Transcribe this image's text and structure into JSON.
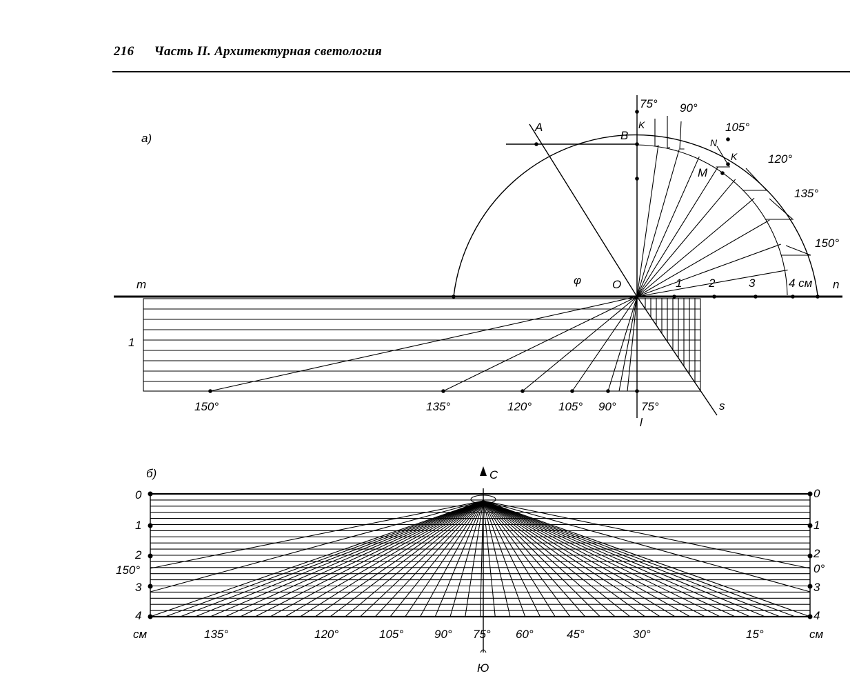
{
  "header": {
    "page_number": "216",
    "running_title": "Часть II. Архитектурная светология"
  },
  "figure_a": {
    "panel_label": "а)",
    "top_angle_labels": [
      "75°",
      "90°",
      "105°",
      "120°",
      "135°",
      "150°"
    ],
    "bottom_angle_labels": [
      "150°",
      "135°",
      "120°",
      "105°",
      "90°",
      "75°"
    ],
    "axis_letters": {
      "m": "m",
      "n": "n",
      "s": "s",
      "l": "l",
      "origin": "O",
      "phi": "φ"
    },
    "points": {
      "A": "A",
      "B": "B",
      "K": "K",
      "N": "N",
      "K2": "K",
      "M": "M"
    },
    "scale_labels": [
      "1",
      "2",
      "3",
      "4 см"
    ],
    "left_index": "1"
  },
  "figure_b": {
    "panel_label": "б)",
    "north": "С",
    "south": "Ю",
    "left_scale": [
      "0",
      "1",
      "2",
      "3",
      "4",
      "см"
    ],
    "left_angle": "150°",
    "right_scale": [
      "0",
      "1",
      "2",
      "3",
      "4",
      "см"
    ],
    "right_angle": "0°",
    "bottom_angle_labels": [
      "135°",
      "120°",
      "105°",
      "90°",
      "75°",
      "60°",
      "45°",
      "30°",
      "15°"
    ]
  }
}
